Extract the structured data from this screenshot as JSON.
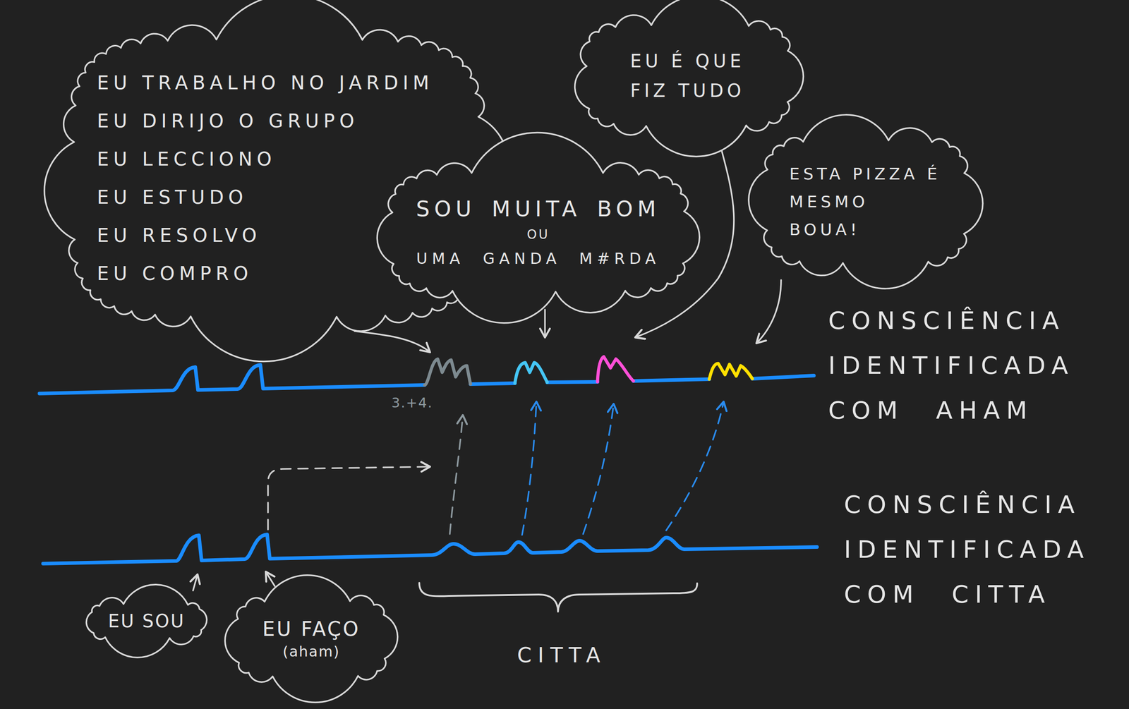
{
  "diagram": {
    "nodes": [
      {
        "text": [
          "EU TRABALHO NO JARDIM",
          "EU DIRIJO O GRUPO",
          "EU LECCIONO",
          "EU ESTUDO",
          "EU RESOLVO",
          "EU COMPRO"
        ]
      },
      {
        "text": [
          "SOU MUITA BOM",
          "OU",
          "UMA GANDA M#RDA"
        ]
      },
      {
        "text": [
          "EU É QUE FIZ TUDO"
        ]
      },
      {
        "text": [
          "ESTA PIZZA É MESMO BOUA!"
        ]
      },
      {
        "text": [
          "EU SOU"
        ]
      },
      {
        "text": [
          "EU FAÇO",
          "(aham)"
        ]
      }
    ],
    "labels": [
      "3.+4.",
      "CONSCIÊNCIA IDENTIFICADA COM AHAM",
      "CONSCIÊNCIA IDENTIFICADA COM CITTA",
      "CITTA"
    ]
  }
}
